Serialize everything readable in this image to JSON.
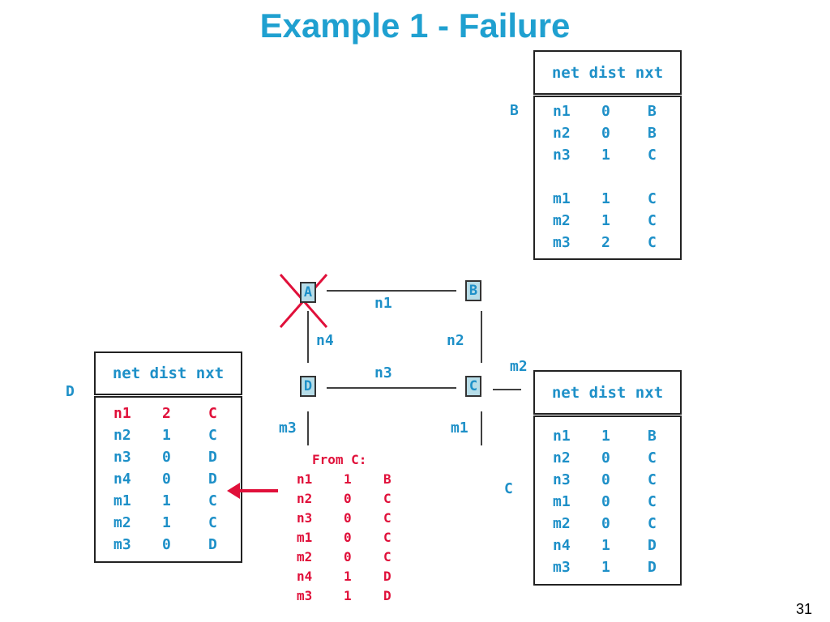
{
  "title": "Example 1 - Failure",
  "page_number": "31",
  "colors": {
    "accent": "#1E90C8",
    "highlight": "#E0103A",
    "node_fill": "#B7DDE8"
  },
  "table_header": "net dist nxt",
  "nodes": {
    "A": "A",
    "B": "B",
    "C": "C",
    "D": "D"
  },
  "links": {
    "n1": "n1",
    "n2": "n2",
    "n3": "n3",
    "n4": "n4",
    "m1": "m1",
    "m2": "m2",
    "m3": "m3"
  },
  "table_b": {
    "label": "B",
    "rows": [
      [
        "n1",
        "0",
        "B"
      ],
      [
        "n2",
        "0",
        "B"
      ],
      [
        "n3",
        "1",
        "C"
      ],
      [
        "m1",
        "1",
        "C"
      ],
      [
        "m2",
        "1",
        "C"
      ],
      [
        "m3",
        "2",
        "C"
      ]
    ]
  },
  "table_c": {
    "label": "C",
    "rows": [
      [
        "n1",
        "1",
        "B"
      ],
      [
        "n2",
        "0",
        "C"
      ],
      [
        "n3",
        "0",
        "C"
      ],
      [
        "m1",
        "0",
        "C"
      ],
      [
        "m2",
        "0",
        "C"
      ],
      [
        "n4",
        "1",
        "D"
      ],
      [
        "m3",
        "1",
        "D"
      ]
    ]
  },
  "table_d": {
    "label": "D",
    "rows": [
      [
        "n1",
        "2",
        "C"
      ],
      [
        "n2",
        "1",
        "C"
      ],
      [
        "n3",
        "0",
        "D"
      ],
      [
        "n4",
        "0",
        "D"
      ],
      [
        "m1",
        "1",
        "C"
      ],
      [
        "m2",
        "1",
        "C"
      ],
      [
        "m3",
        "0",
        "D"
      ]
    ]
  },
  "from_c": {
    "label": "From C:",
    "rows": [
      [
        "n1",
        "1",
        "B"
      ],
      [
        "n2",
        "0",
        "C"
      ],
      [
        "n3",
        "0",
        "C"
      ],
      [
        "m1",
        "0",
        "C"
      ],
      [
        "m2",
        "0",
        "C"
      ],
      [
        "n4",
        "1",
        "D"
      ],
      [
        "m3",
        "1",
        "D"
      ]
    ]
  }
}
